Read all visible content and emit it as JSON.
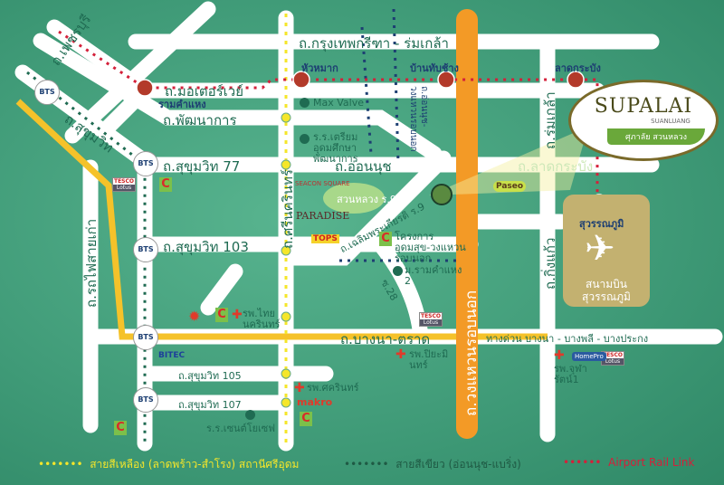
{
  "roads": {
    "krungthep_kreetha": "ถ.กรุงเทพกรีฑา - ร่มเกล้า",
    "motorway": "ถ.มอเตอร์เวย์",
    "phetchaburi": "ถ.เพชรบุรี",
    "sukhumvit": "ถ.สุขุมวิท",
    "pattanakarn": "ถ.พัฒนาการ",
    "sukhumvit77": "ถ.สุขุมวิท 77",
    "onnut": "ถ.อ่อนนุช",
    "latkrabang": "ถ.ลาดกระบัง",
    "romklao": "ถ.ร่มเกล้า",
    "srinakarin": "ถ.ศรีนครินทร์",
    "chalermprakiat": "ถ.เฉลิมพระเกียรติ ร.9",
    "sukhumvit103": "ถ.สุขุมวิท 103",
    "rotfai": "ถ.รถไฟสายเก่า",
    "ring_road": "ถ.วงแหวนรอบนอก",
    "kingkaew": "ถ.กิ่งแก้ว",
    "bangna_trad": "ถ.บางนา-ตราด",
    "expressway": "ทางด่วน บางนา - บางพลี - บางประกง",
    "sukhumvit105": "ถ.สุขุมวิท 105",
    "sukhumvit107": "ถ.สุขุมวิท 107",
    "soi28": "ซ.28",
    "onnut_wongwaen": "ถ.อ่อนนุช-วงแหวนรอบนอก"
  },
  "stations": {
    "ramkhamhaeng": "รามคำแหง",
    "huamak": "หัวหมาก",
    "ban_thap_chang": "บ้านทับช้าง",
    "lat_krabang": "ลาดกระบัง",
    "suvarnabhumi": "สุวรรณภูมิ",
    "bts": "BTS"
  },
  "poi": {
    "max_valve": "Max Valve",
    "school_triam": "ร.ร.เตรียมอุดมศึกษาพัฒนาการ",
    "suan_luang": "สวนหลวง ร.9",
    "paradise": "PARADISE",
    "seacon": "SEACON SQUARE",
    "tops": "TOPS",
    "udomsuk_project": "โครงการ อุดมสุข-วงแหวนรอบนอก",
    "ramkhamhaeng2": "ม.รามคำแหง 2",
    "paseo": "Paseo",
    "thai_nakarin": "รพ.ไทยนครินทร์",
    "bitec": "BITEC",
    "piyamin": "รพ.ปิยะมินทร์",
    "sikarin": "รพ.ศครินทร์",
    "makro": "makro",
    "st_joseph": "ร.ร.เซนต์โยเซฟ",
    "chularat": "รพ.จุฬารัตน์1",
    "homepro": "HomePro",
    "tesco": "TESCO",
    "lotus": "Lotus",
    "bigc": "C",
    "airport": "สนามบินสุวรรณภูมิ"
  },
  "logo": {
    "brand": "SUPALAI",
    "sub": "SUANLUANG",
    "thai": "ศุภาลัย สวนหลวง"
  },
  "legend": {
    "yellow": "สายสีเหลือง (ลาดพร้าว-สำโรง) สถานีศรีอุดม",
    "green": "สายสีเขียว (อ่อนนุช-แบริ่ง)",
    "airport_link": "Airport Rail Link"
  },
  "colors": {
    "bg": "#3f9a77",
    "road": "#ffffff",
    "ring": "#f39a26",
    "yellow_line": "#f5e62a",
    "airport_link": "#d4203a",
    "text": "#1f6b52"
  }
}
